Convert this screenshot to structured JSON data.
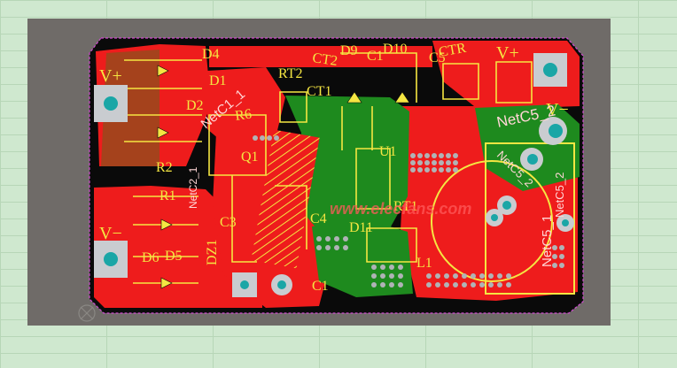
{
  "colors": {
    "background": "#cfe8cf",
    "board_area": "#6f6b68",
    "board": "#0a0a0a",
    "copper_top": "#ee1c1c",
    "copper_bottom": "#1e8a1e",
    "silkscreen": "#f5e642",
    "outline": "#d04ad0",
    "pad": "#9ca3a8",
    "drill": "#1aa6a6"
  },
  "designators": {
    "d4": "D4",
    "d1": "D1",
    "d2": "D2",
    "d9": "D9",
    "d10": "D10",
    "ct2": "CT2",
    "c1_top": "C1",
    "c5": "C5",
    "ctr": "CTR",
    "vplus_right": "V+",
    "vminus_right": "V−",
    "rt2": "RT2",
    "ct1": "CT1",
    "r6": "R6",
    "u1": "U1",
    "q1": "Q1",
    "r2": "R2",
    "r1": "R1",
    "c4": "C4",
    "c3": "C3",
    "d11": "D11",
    "rt1": "RT1",
    "l1": "L1",
    "dz1": "DZ1",
    "d6": "D6",
    "d5": "D5",
    "c1_bottom": "C1",
    "vplus_left": "V+",
    "vminus_left": "V−"
  },
  "net_labels": {
    "netc1": "NetC1_1",
    "netc5_top": "NetC5_2",
    "netc5_side": "NetC5_2",
    "netc5_right": "NetC5_2",
    "netc5_vertical": "NetC5_1",
    "netc2": "NetC2_1"
  },
  "watermark": "www.elecfans.com",
  "icons": {
    "origin_marker": "origin-crosshair-icon"
  }
}
